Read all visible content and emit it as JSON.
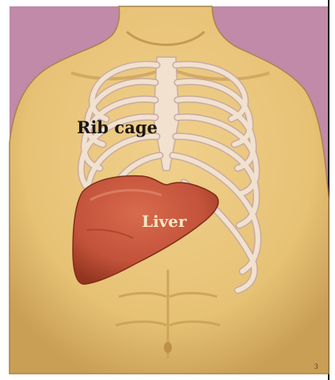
{
  "labels": {
    "rib_cage": "Rib cage",
    "liver": "Liver"
  },
  "page_mark": "3",
  "colors": {
    "background": "#c08aa8",
    "skin": "#e9c77f",
    "skin_shadow": "#c9a15a",
    "ribs": "#f1e1cf",
    "rib_outline": "#c9aaa0",
    "liver": "#c4553c",
    "liver_dark": "#9c3a26",
    "label_dark": "#1b1712",
    "label_light": "#fbe7c4"
  }
}
